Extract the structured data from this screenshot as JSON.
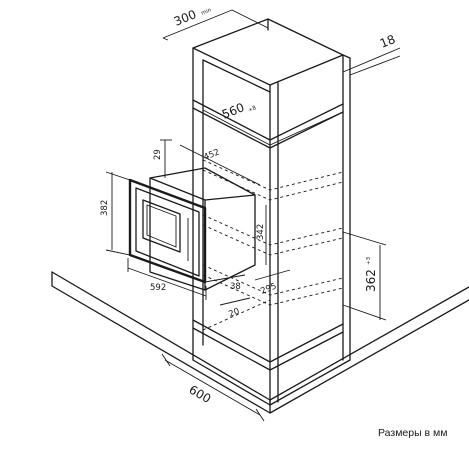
{
  "dimensions": {
    "cabinet_depth": {
      "value": "300",
      "sup": "min"
    },
    "cabinet_wall": {
      "value": "18"
    },
    "niche_width": {
      "value": "560",
      "sup": "+8"
    },
    "inner_depth": {
      "value": "452"
    },
    "top_gap": {
      "value": "29"
    },
    "mw_height": {
      "value": "382"
    },
    "niche_height_inner": {
      "value": "342"
    },
    "niche_height": {
      "value": "362",
      "sup": "+3"
    },
    "mw_width": {
      "value": "592"
    },
    "front_offset": {
      "value": "38"
    },
    "mw_depth": {
      "value": "295"
    },
    "front_panel": {
      "value": "20"
    },
    "floor_width": {
      "value": "600"
    }
  },
  "note": "Размеры в мм"
}
